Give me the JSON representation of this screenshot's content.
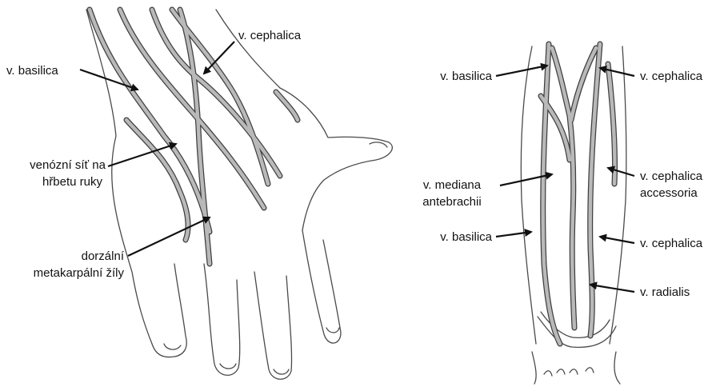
{
  "colors": {
    "outline": "#4a4a4a",
    "vein_fill": "#b9b9b9",
    "vein_edge": "#3f3f3f",
    "arrow": "#111111",
    "text": "#111111"
  },
  "hand": {
    "labels": {
      "cephalica": "v. cephalica",
      "basilica": "v. basilica",
      "venous_net_1": "venózní síť na",
      "venous_net_2": "hřbetu ruky",
      "metacarpal_1": "dorzální",
      "metacarpal_2": "metakarpální žíly"
    }
  },
  "forearm": {
    "labels": {
      "basilica_top": "v. basilica",
      "cephalica_top": "v. cephalica",
      "mediana_1": "v. mediana",
      "mediana_2": "antebrachii",
      "cephalica_acc_1": "v. cephalica",
      "cephalica_acc_2": "accessoria",
      "basilica_bottom": "v. basilica",
      "cephalica_bottom": "v. cephalica",
      "radialis": "v. radialis"
    }
  }
}
